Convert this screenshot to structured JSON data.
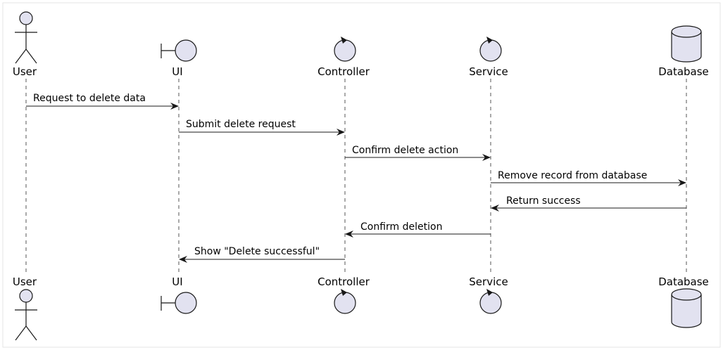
{
  "participants": [
    {
      "id": "user",
      "label": "User",
      "type": "actor"
    },
    {
      "id": "ui",
      "label": "UI",
      "type": "boundary"
    },
    {
      "id": "controller",
      "label": "Controller",
      "type": "control"
    },
    {
      "id": "service",
      "label": "Service",
      "type": "control"
    },
    {
      "id": "database",
      "label": "Database",
      "type": "database"
    }
  ],
  "messages": [
    {
      "from": "user",
      "to": "ui",
      "label": "Request to delete data"
    },
    {
      "from": "ui",
      "to": "controller",
      "label": "Submit delete request"
    },
    {
      "from": "controller",
      "to": "service",
      "label": "Confirm delete action"
    },
    {
      "from": "service",
      "to": "database",
      "label": "Remove record from database"
    },
    {
      "from": "database",
      "to": "service",
      "label": "Return success"
    },
    {
      "from": "service",
      "to": "controller",
      "label": "Confirm deletion"
    },
    {
      "from": "controller",
      "to": "ui",
      "label": "Show \"Delete successful\""
    }
  ],
  "colors": {
    "participant_fill": "#E2E2F0",
    "stroke": "#181818"
  }
}
